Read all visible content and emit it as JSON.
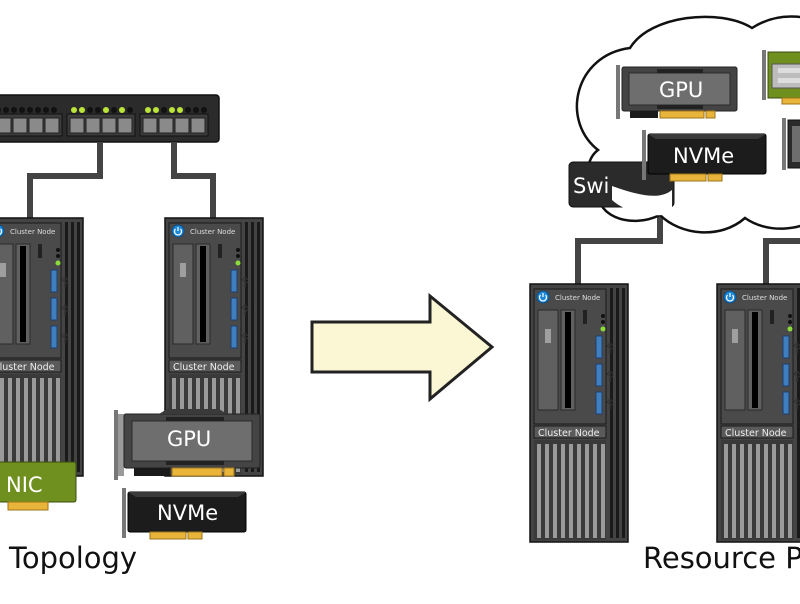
{
  "node_label": "Cluster Node",
  "left_panel": {
    "caption": "al Topology",
    "cards": {
      "gpu": "GPU",
      "nvme": "NVMe",
      "nic": "NIC"
    }
  },
  "right_panel": {
    "caption": "Resource P",
    "switch_label": "Swi",
    "cards": {
      "gpu": "GPU",
      "nvme": "NVMe"
    }
  },
  "colors": {
    "arrow_fill": "#fbf6d3",
    "nic_green": "#6f8f1e",
    "switch_led_green": "#b9e43c",
    "node_power_blue": "#1e88d8",
    "usb_blue": "#3f7fbf",
    "gold_contacts": "#e8b43a"
  }
}
